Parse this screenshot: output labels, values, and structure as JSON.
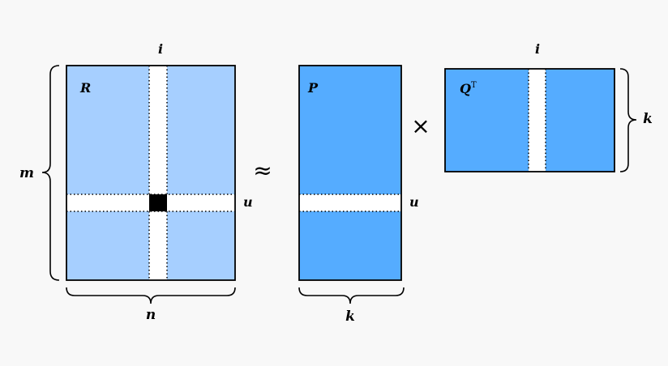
{
  "colors": {
    "background": "#f8f8f8",
    "matrix_r_fill": "#a6cfff",
    "matrix_pq_fill": "#55acff",
    "highlight": "#ffffff",
    "entry": "#000000",
    "outline": "#000000"
  },
  "matrices": {
    "r": {
      "name": "R",
      "rows_label": "m",
      "cols_label": "n",
      "row_marker": "u",
      "col_marker": "i"
    },
    "p": {
      "name": "P",
      "cols_label": "k",
      "row_marker": "u"
    },
    "q": {
      "name": "Q",
      "superscript": "T",
      "rows_label": "k",
      "col_marker": "i"
    }
  },
  "operators": {
    "approx": "≈",
    "times": "×"
  }
}
